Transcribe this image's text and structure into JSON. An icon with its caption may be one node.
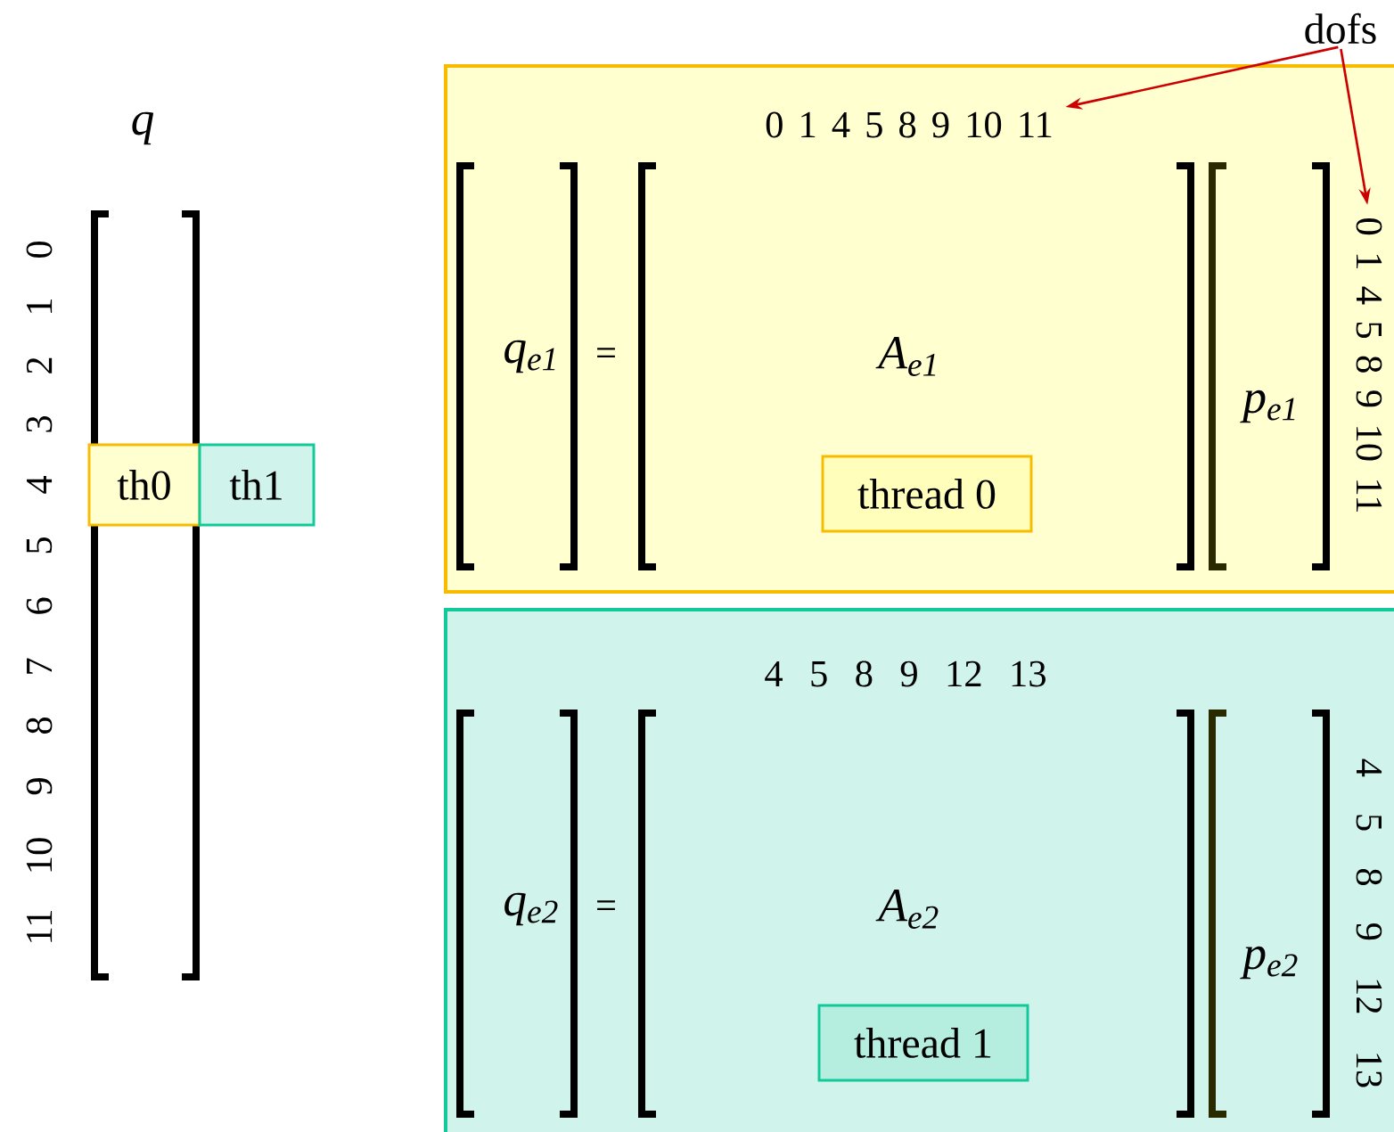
{
  "diagram": {
    "nodes": [
      {
        "text": [
          "th0"
        ]
      },
      {
        "text": [
          "th1"
        ]
      },
      {
        "text": [],
        "shape": "box"
      },
      {
        "text": [
          "thread 0"
        ],
        "in": 2
      },
      {
        "text": [],
        "shape": "box"
      },
      {
        "text": [
          "thread 1"
        ],
        "in": 4
      },
      {
        "text": [
          "dofs"
        ]
      },
      {
        "text": [
          "0 1 4 5 8 9 10 11"
        ],
        "in": 2
      },
      {
        "text": [
          "0 1 4 5 8 9 10 11"
        ],
        "in": 2
      }
    ],
    "edges": [
      {
        "from": 6,
        "to": 7,
        "arrow": "to",
        "color": "#cc0000"
      },
      {
        "from": 6,
        "to": 8,
        "arrow": "to",
        "color": "#cc0000"
      }
    ],
    "labels": [
      "q",
      "0",
      "1",
      "2",
      "3",
      "4",
      "5",
      "6",
      "7",
      "8",
      "9",
      "10",
      "11",
      "q$_{e1}$",
      "=",
      "A$_{e1}$",
      "p$_{e1}$",
      "4 5 8 9 12 13",
      "q$_{e2}$",
      "=",
      "A$_{e2}$",
      "p$_{e2}$",
      "4 5 8 9 12 13"
    ]
  }
}
